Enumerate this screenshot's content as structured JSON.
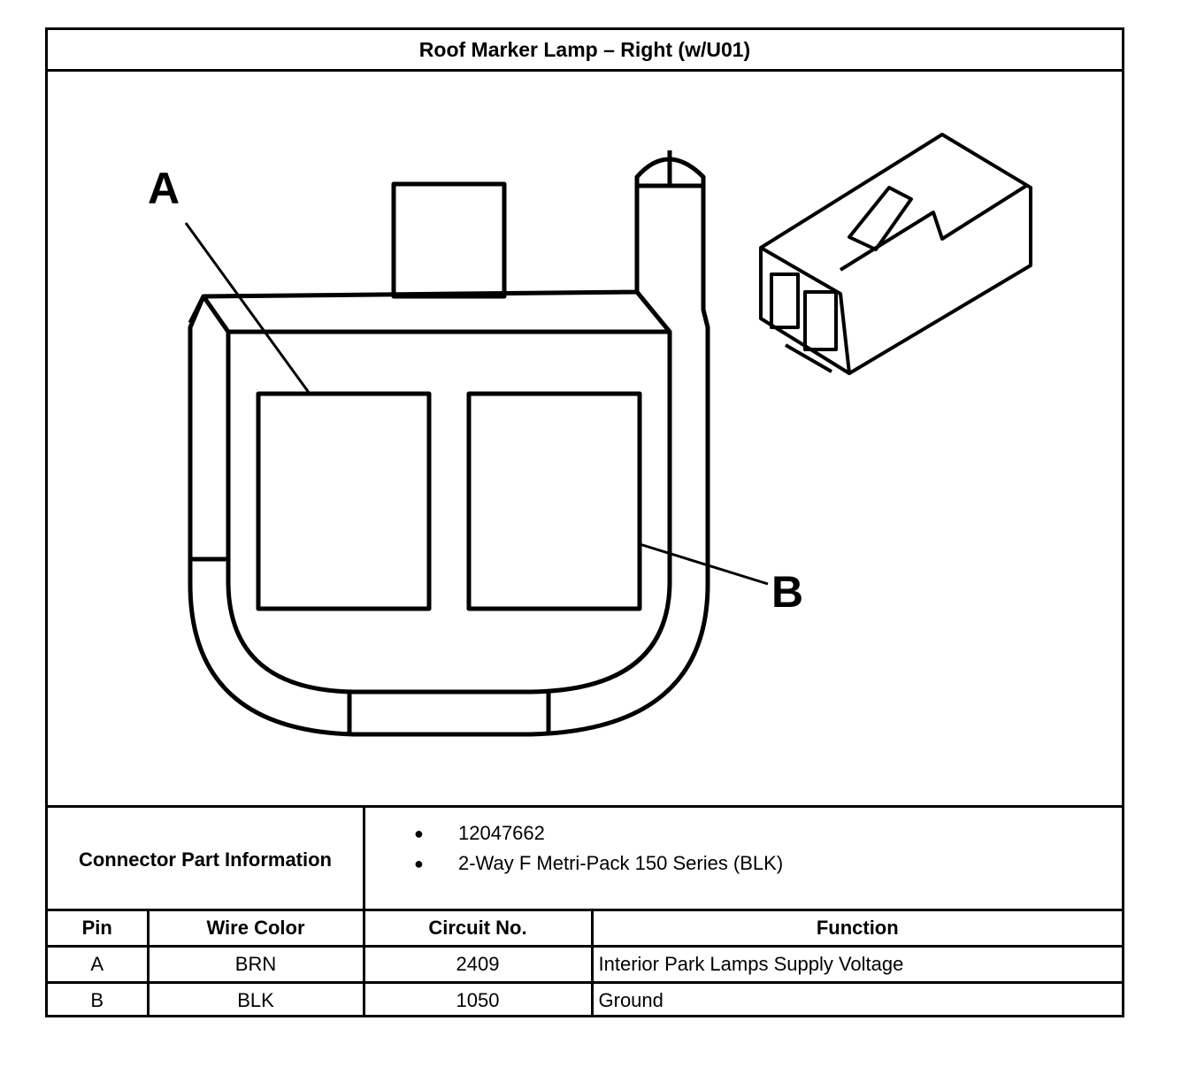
{
  "title": "Roof Marker Lamp – Right (w/U01)",
  "diagram": {
    "pin_labels": [
      "A",
      "B"
    ]
  },
  "connector_info": {
    "label": "Connector Part Information",
    "items": [
      "12047662",
      "2-Way F Metri-Pack 150 Series (BLK)"
    ]
  },
  "pin_table": {
    "headers": [
      "Pin",
      "Wire Color",
      "Circuit No.",
      "Function"
    ],
    "rows": [
      {
        "pin": "A",
        "wire_color": "BRN",
        "circuit": "2409",
        "function": "Interior Park Lamps Supply Voltage"
      },
      {
        "pin": "B",
        "wire_color": "BLK",
        "circuit": "1050",
        "function": "Ground"
      }
    ]
  }
}
